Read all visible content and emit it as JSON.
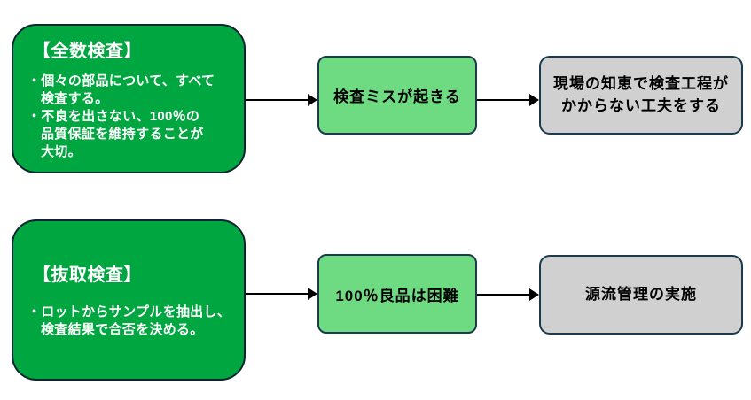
{
  "diagram": {
    "rows": [
      {
        "source": {
          "title": "【全数検査】",
          "bullets": [
            "・個々の部品について、すべて\n検査する。",
            "・不良を出さない、100％の\n品質保証を維持することが\n大切。"
          ]
        },
        "problem": "検査ミスが起きる",
        "solution": "現場の知恵で検査工程が\nかからない工夫をする"
      },
      {
        "source": {
          "title": "【抜取検査】",
          "bullets": [
            "・ロットからサンプルを抽出し、\n検査結果で合否を決める。"
          ]
        },
        "problem": "100％良品は困難",
        "solution": "源流管理の実施"
      }
    ],
    "colors": {
      "source_fill": "#00A63F",
      "source_border": "#0B2431",
      "problem_fill": "#6EDA82",
      "solution_fill": "#D0D0D0",
      "box_border": "#1B3A4E",
      "arrow": "#000000",
      "text_light": "#FFFFFF",
      "text_dark": "#000000",
      "canvas_bg": "#FFFFFF"
    }
  }
}
